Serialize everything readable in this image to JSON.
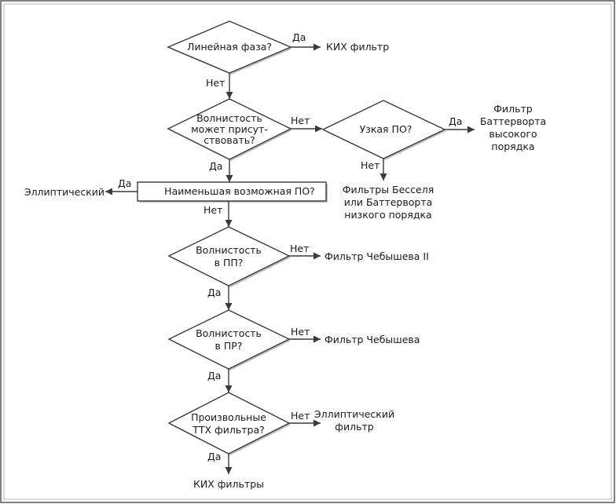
{
  "diagram": {
    "decisions": {
      "linear_phase": {
        "lines": [
          "Линейная фаза?"
        ]
      },
      "ripple_allowed": {
        "lines": [
          "Волнистость",
          "может присут-",
          "ствовать?"
        ]
      },
      "narrow_pb": {
        "lines": [
          "Узкая ПО?"
        ]
      },
      "smallest_pb": {
        "lines": [
          "Наименьшая возможная ПО?"
        ]
      },
      "ripple_pp": {
        "lines": [
          "Волнистость",
          "в ПП?"
        ]
      },
      "ripple_pr": {
        "lines": [
          "Волнистость",
          "в ПР?"
        ]
      },
      "arbitrary_specs": {
        "lines": [
          "Произвольные",
          "ТТХ фильтра?"
        ]
      }
    },
    "outcomes": {
      "fir_filter": {
        "lines": [
          "КИХ фильтр"
        ]
      },
      "butterworth_high": {
        "lines": [
          "Фильтр",
          "Баттерворта",
          "высокого",
          "порядка"
        ]
      },
      "bessel_butter_low": {
        "lines": [
          "Фильтры Бесселя",
          "или Баттерворта",
          "низкого порядка"
        ]
      },
      "elliptic": {
        "lines": [
          "Эллиптический"
        ]
      },
      "chebyshev2": {
        "lines": [
          "Фильтр Чебышева II"
        ]
      },
      "chebyshev": {
        "lines": [
          "Фильтр Чебышева"
        ]
      },
      "elliptic_filter": {
        "lines": [
          "Эллиптический",
          "фильтр"
        ]
      },
      "fir_filters": {
        "lines": [
          "КИХ фильтры"
        ]
      }
    },
    "edge_labels": {
      "linear_yes": "Да",
      "linear_no": "Нет",
      "ripple_no": "Нет",
      "ripple_yes": "Да",
      "narrow_yes": "Да",
      "narrow_no": "Нет",
      "smallest_yes": "Да",
      "smallest_no": "Нет",
      "pp_no": "Нет",
      "pp_yes": "Да",
      "pr_no": "Нет",
      "pr_yes": "Да",
      "arbitrary_no": "Нет",
      "arbitrary_yes": "Да"
    }
  }
}
